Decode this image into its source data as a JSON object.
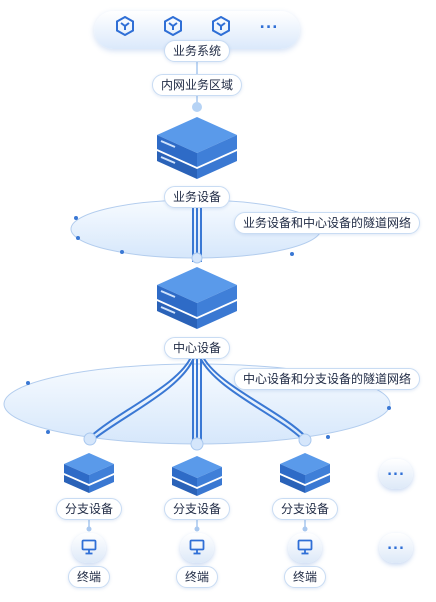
{
  "top": {
    "more_label": "..."
  },
  "labels": {
    "business_system": "业务系统",
    "intranet_zone": "内网业务区域",
    "business_device": "业务设备",
    "tunnel_business_center": "业务设备和中心设备的隧道网络",
    "center_device": "中心设备",
    "tunnel_center_branch": "中心设备和分支设备的隧道网络"
  },
  "branches": [
    {
      "device_label": "分支设备",
      "terminal_label": "终端"
    },
    {
      "device_label": "分支设备",
      "terminal_label": "终端"
    },
    {
      "device_label": "分支设备",
      "terminal_label": "终端"
    }
  ],
  "more_buttons": {
    "devices_more": "...",
    "terminals_more": "..."
  },
  "colors": {
    "accent": "#2f6fd6",
    "device_top": "#4e8fe4",
    "device_side": "#2e6bc7",
    "tunnel_stroke": "#3a78d4",
    "ellipse_fill": "#e8f1fc"
  },
  "icons": {
    "system_icons": [
      "system-hex-icon",
      "system-hex-icon",
      "system-hex-icon"
    ],
    "device": "server-device-icon",
    "terminal": "monitor-icon"
  }
}
